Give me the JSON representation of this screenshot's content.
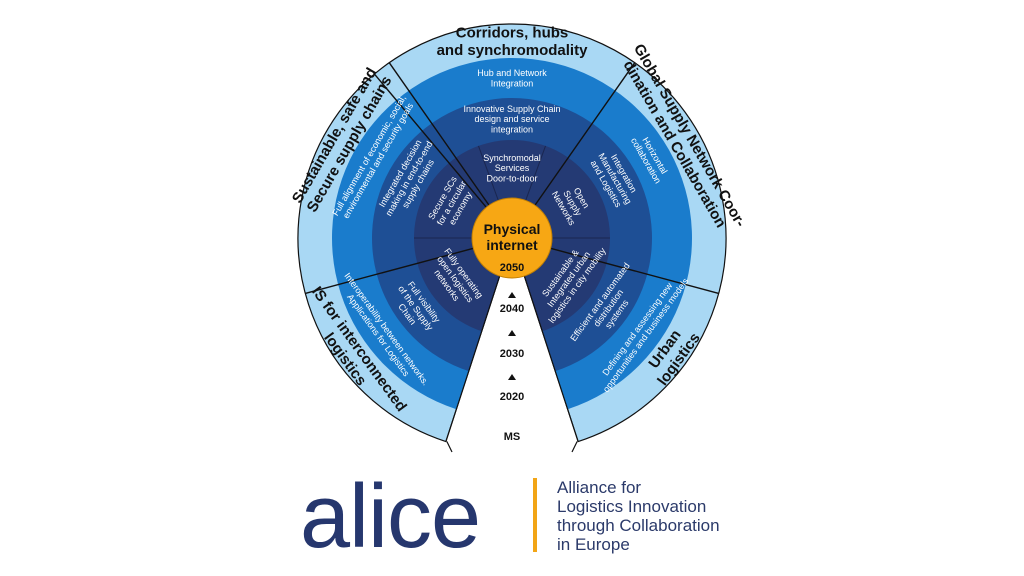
{
  "diagram": {
    "center": {
      "line1": "Physical",
      "line2": "internet"
    },
    "years": [
      "2050",
      "2040",
      "2030",
      "2020",
      "MS"
    ],
    "sectors": [
      {
        "title": [
          "Corridors, hubs",
          "and synchromodality"
        ],
        "ring1": [
          "Hub and Network",
          "Integration"
        ],
        "ring2": [
          "Innovative Supply Chain",
          "design and service",
          "integration"
        ],
        "ring3": [
          "Synchromodal",
          "Services",
          "Door-to-door"
        ]
      },
      {
        "title": [
          "Global Supply Network Coor-",
          "dination and Collaboration"
        ],
        "ring1": [
          "Horizontal",
          "collaboration"
        ],
        "ring2": [
          "Integration",
          "Manufacturing",
          "and Logistics"
        ],
        "ring3": [
          "Open",
          "Supply",
          "Networks"
        ]
      },
      {
        "title": [
          "Urban",
          "logistics"
        ],
        "ring1": [
          "Defining and assessing new",
          "opportunities and business models"
        ],
        "ring2": [
          "Efficient and automated",
          "distribution",
          "systems"
        ],
        "ring3": [
          "Sustainable &",
          "Integrated urban",
          "logistics in city mobility"
        ]
      },
      {
        "title": [
          "IS for interconnected",
          "logistics"
        ],
        "ring1": [
          "Interoperability between networks.",
          "Applications for Logistics"
        ],
        "ring2": [
          "Full visibility",
          "of the Supply",
          "Chain"
        ],
        "ring3": [
          "Fully operating",
          "open logistics",
          "networks"
        ]
      },
      {
        "title": [
          "Sustainable, safe and",
          "Secure supply chains"
        ],
        "ring1": [
          "Full alignment of economic, social,",
          "environmental and security goals"
        ],
        "ring2": [
          "Integrated decision",
          "making in end-to-end",
          "supply chains"
        ],
        "ring3": [
          "Secure SCs",
          "for a circular",
          "economy"
        ]
      }
    ],
    "colors": {
      "outer": "#a9d8f4",
      "ring1": "#1a7ccc",
      "ring2": "#1e4f95",
      "ring3": "#243a74",
      "center": "#f7a714",
      "border": "#111111",
      "text_dark": "#111111",
      "text_light": "#ffffff"
    }
  },
  "logo": {
    "word": "alice",
    "tagline": [
      "Alliance for",
      "Logistics Innovation",
      "through Collaboration",
      "in Europe"
    ],
    "word_color": "#26376e",
    "bar_color": "#f2a516"
  }
}
